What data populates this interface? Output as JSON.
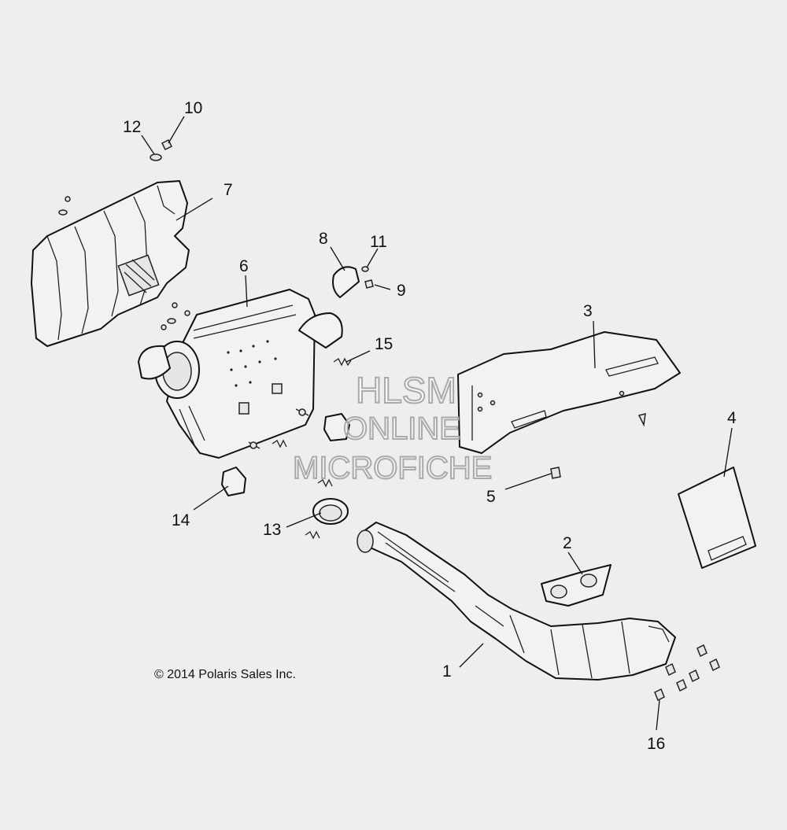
{
  "diagram": {
    "callouts": [
      "1",
      "2",
      "3",
      "4",
      "5",
      "6",
      "7",
      "8",
      "9",
      "10",
      "11",
      "12",
      "13",
      "14",
      "15",
      "16"
    ],
    "copyright": "© 2014 Polaris Sales Inc.",
    "watermark": [
      "HLSM",
      "ONLINE",
      "MICROFICHE"
    ]
  }
}
